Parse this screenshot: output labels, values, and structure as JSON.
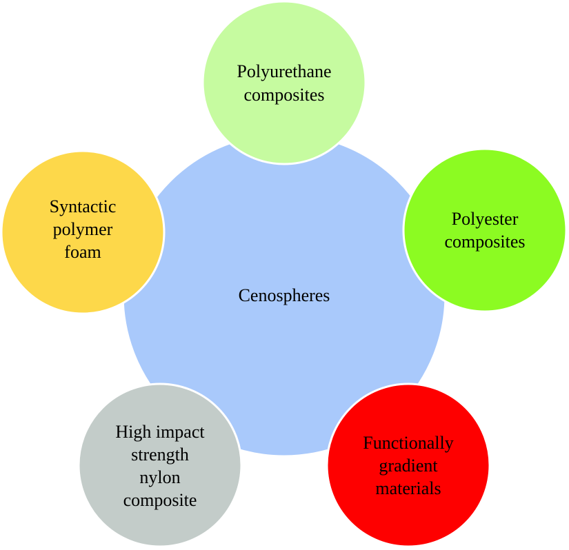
{
  "center": {
    "label": "Cenospheres",
    "color": "#A9C9FB"
  },
  "nodes": [
    {
      "lines": [
        "Polyurethane",
        "composites"
      ],
      "color": "#C6FBA0"
    },
    {
      "lines": [
        "Polyester",
        "composites"
      ],
      "color": "#8CFB22"
    },
    {
      "lines": [
        "Functionally",
        "gradient",
        "materials"
      ],
      "color": "#FE0000"
    },
    {
      "lines": [
        "High impact",
        "strength",
        "nylon",
        "composite"
      ],
      "color": "#C3CCC9"
    },
    {
      "lines": [
        "Syntactic",
        "polymer",
        "foam"
      ],
      "color": "#FDD84A"
    }
  ]
}
